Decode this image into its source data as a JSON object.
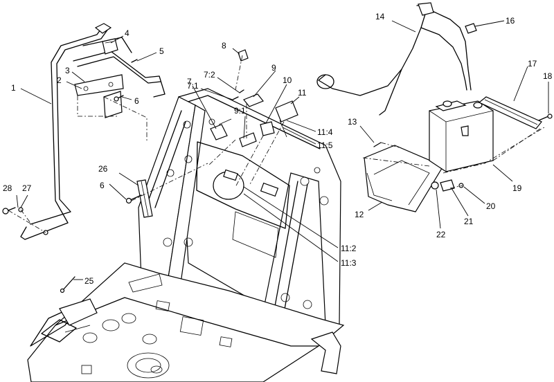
{
  "callouts": {
    "c1": "1",
    "c2": "2",
    "c3": "3",
    "c4": "4",
    "c5": "5",
    "c6a": "6",
    "c6b": "6",
    "c7": "7",
    "c7_1": "7:1",
    "c7_2": "7:2",
    "c8": "8",
    "c9": "9",
    "c9_1": "9:1",
    "c10": "10",
    "c11": "11",
    "c11_2": "11:2",
    "c11_3": "11:3",
    "c11_4": "11:4",
    "c11_5": "11:5",
    "c12": "12",
    "c13": "13",
    "c14": "14",
    "c16": "16",
    "c17": "17",
    "c18": "18",
    "c19": "19",
    "c20": "20",
    "c21": "21",
    "c22": "22",
    "c25": "25",
    "c26": "26",
    "c27": "27",
    "c28": "28"
  }
}
